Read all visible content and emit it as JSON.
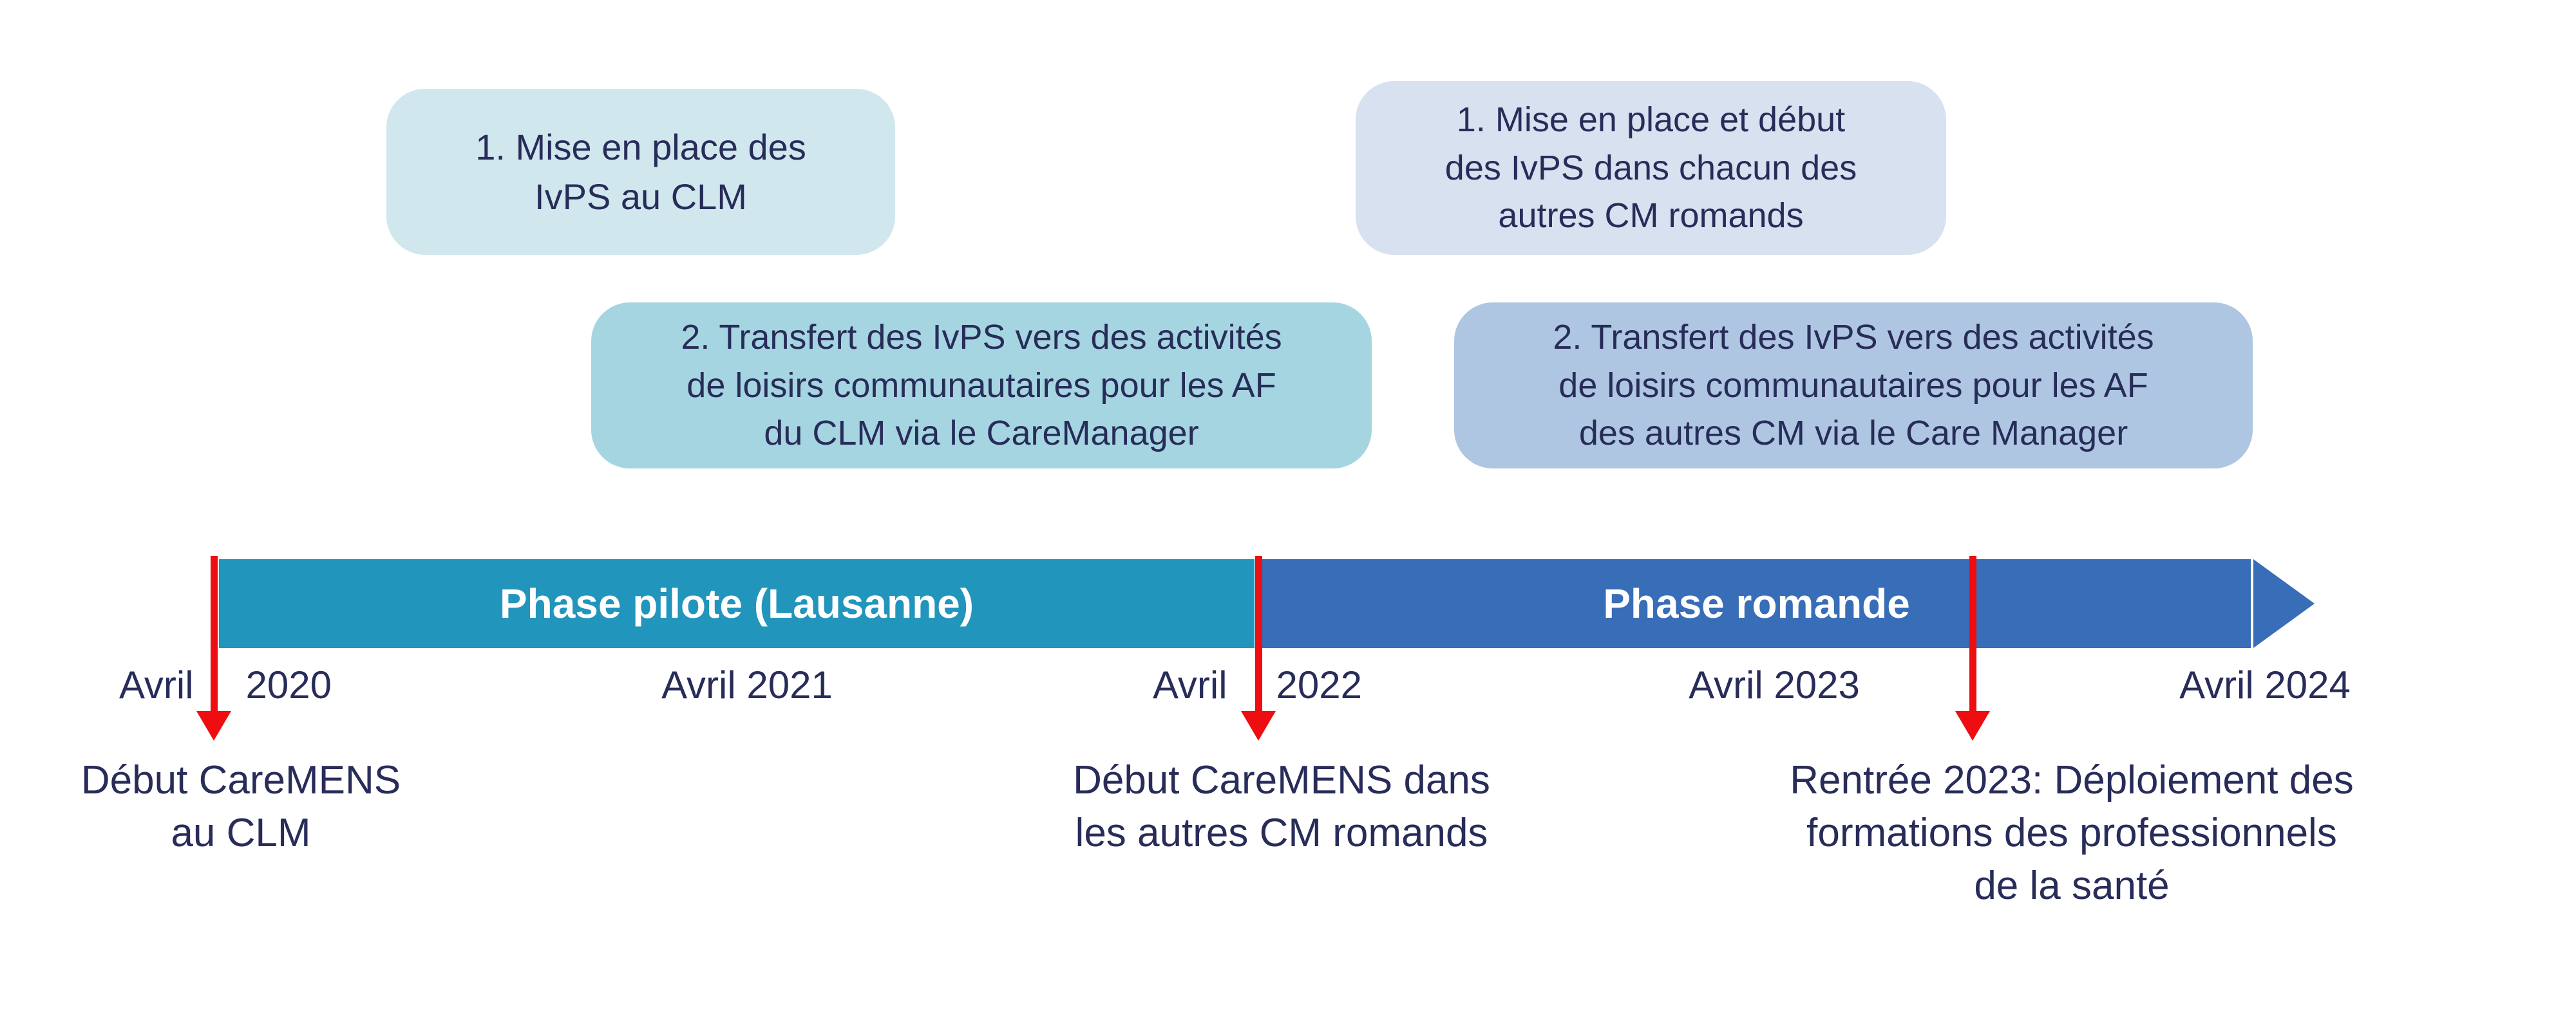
{
  "colors": {
    "canvas_bg": "#ffffff",
    "text": "#282c59",
    "phase_pilote_fill": "#2295bd",
    "phase_romande_fill": "#386db7",
    "phase_label_text": "#ffffff",
    "milestone_arrow": "#ee0d10",
    "callout_pilote_step1_fill": "#d0e7ee",
    "callout_romande_step1_fill": "#d7e1ef",
    "callout_pilote_step2_fill": "#a5d5e1",
    "callout_romande_step2_fill": "#aec6e2"
  },
  "callouts": {
    "pilote_step1": "1. Mise en place des\nIvPS au CLM",
    "romande_step1": "1. Mise en place et début\ndes IvPS dans chacun des\nautres CM romands",
    "pilote_step2": "2. Transfert des IvPS vers des activités\nde loisirs communautaires pour les AF\ndu CLM via le CareManager",
    "romande_step2": "2. Transfert des IvPS vers des activités\nde loisirs communautaires pour les AF\ndes autres CM via le Care Manager"
  },
  "timeline": {
    "phase_pilote_label": "Phase pilote (Lausanne)",
    "phase_romande_label": "Phase romande",
    "dates": {
      "avril_2020": {
        "month": "Avril",
        "year": "2020"
      },
      "avril_2021": "Avril 2021",
      "avril_2022": {
        "month": "Avril",
        "year": "2022"
      },
      "avril_2023": "Avril 2023",
      "avril_2024": "Avril 2024"
    },
    "milestones": {
      "clm_start": "Début CareMENS\nau CLM",
      "romande_start": "Début CareMENS dans\nles autres CM romands",
      "training_2023": "Rentrée 2023: Déploiement des\nformations des professionnels\nde la santé"
    }
  }
}
